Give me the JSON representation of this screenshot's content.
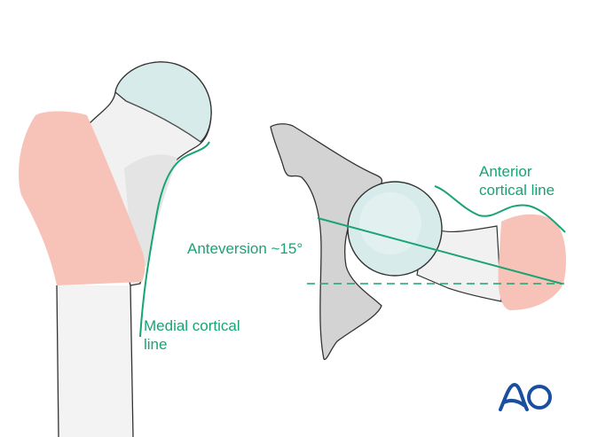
{
  "labels": {
    "anteversion": "Anteversion ~15°",
    "anterior_line_1": "Anterior",
    "anterior_line_2": "cortical line",
    "medial_line_1": "Medial cortical",
    "medial_line_2": "line"
  },
  "logo": {
    "text": "AO"
  },
  "colors": {
    "accent_green": "#19a474",
    "fracture_pink": "#f7c3b9",
    "cartilage_blue": "#d6ebea",
    "bone_grey": "#eeeeee",
    "pelvis_grey": "#d3d3d3",
    "logo_blue": "#1a4fa0"
  }
}
